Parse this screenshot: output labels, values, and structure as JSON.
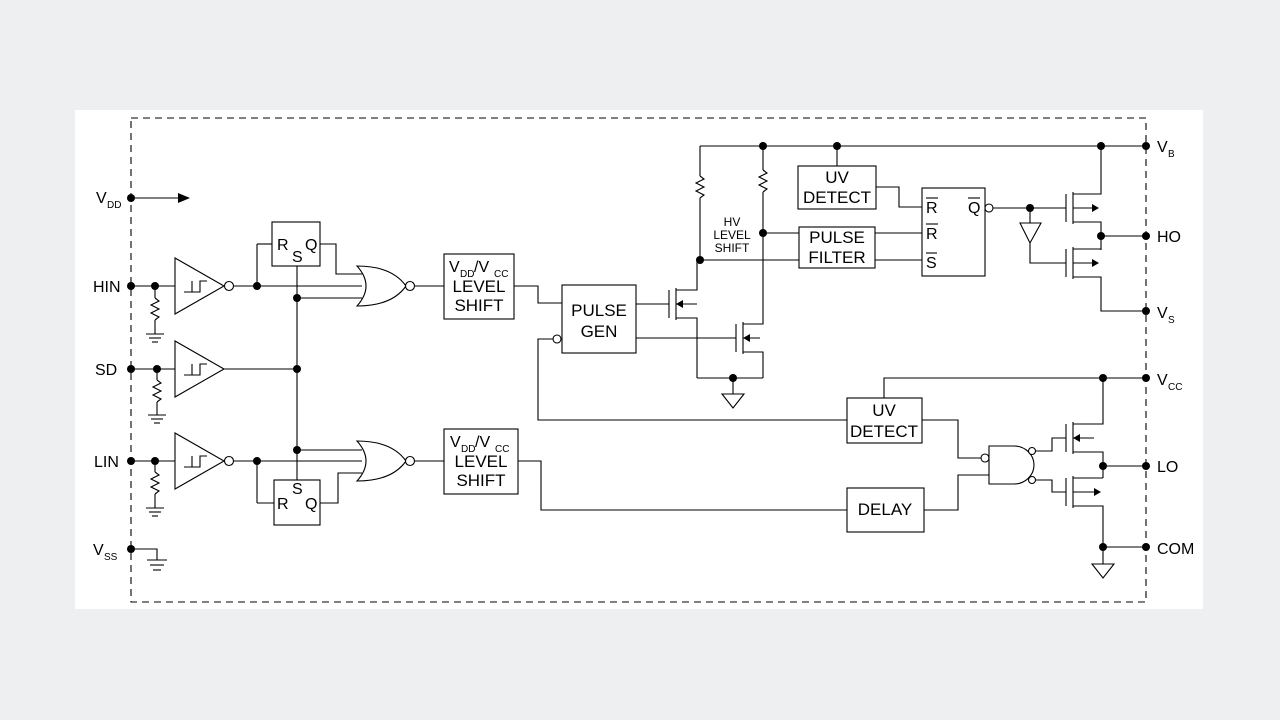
{
  "pins": {
    "vdd": {
      "main": "V",
      "sub": "DD"
    },
    "hin": "HIN",
    "sd": "SD",
    "lin": "LIN",
    "vss": {
      "main": "V",
      "sub": "SS"
    },
    "vb": {
      "main": "V",
      "sub": "B"
    },
    "ho": "HO",
    "vs": {
      "main": "V",
      "sub": "S"
    },
    "vcc": {
      "main": "V",
      "sub": "CC"
    },
    "lo": "LO",
    "com": "COM"
  },
  "blocks": {
    "latch_top": {
      "r": "R",
      "s": "S",
      "q": "Q"
    },
    "latch_bottom": {
      "s": "S",
      "r": "R",
      "q": "Q"
    },
    "level_shift_top": {
      "v1": "V",
      "s1": "DD",
      "slash": "/V",
      "s2": "CC",
      "line1": "LEVEL",
      "line2": "SHIFT"
    },
    "level_shift_bottom": {
      "v1": "V",
      "s1": "DD",
      "slash": "/V",
      "s2": "CC",
      "line1": "LEVEL",
      "line2": "SHIFT"
    },
    "pulse_gen": {
      "line1": "PULSE",
      "line2": "GEN"
    },
    "hv_level_shift": {
      "line1": "HV",
      "line2": "LEVEL",
      "line3": "SHIFT"
    },
    "uv_detect_top": {
      "line1": "UV",
      "line2": "DETECT"
    },
    "pulse_filter": {
      "line1": "PULSE",
      "line2": "FILTER"
    },
    "rs_flipflop": {
      "r1": "R",
      "r2": "R",
      "s": "S",
      "q": "Q"
    },
    "uv_detect_bottom": {
      "line1": "UV",
      "line2": "DETECT"
    },
    "delay": {
      "label": "DELAY"
    }
  }
}
